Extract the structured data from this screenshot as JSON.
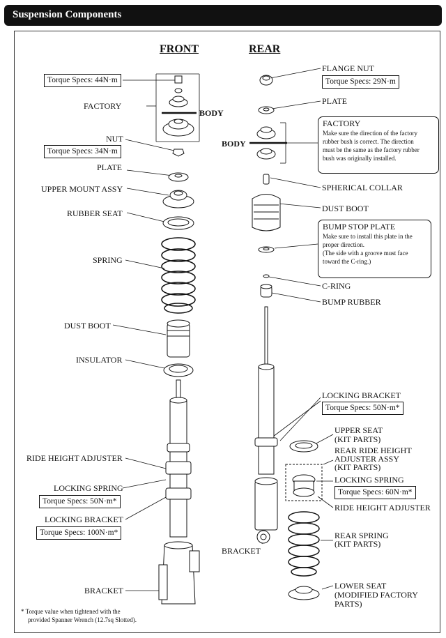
{
  "header": {
    "title": "Suspension Components"
  },
  "front": {
    "heading": "FRONT",
    "torque_top": "Torque Specs: 44N·m",
    "factory": "FACTORY",
    "body": "BODY",
    "nut": "NUT",
    "torque_nut": "Torque Specs: 34N·m",
    "plate": "PLATE",
    "upper_mount": "UPPER MOUNT ASSY",
    "rubber_seat": "RUBBER SEAT",
    "spring": "SPRING",
    "dust_boot": "DUST BOOT",
    "insulator": "INSULATOR",
    "ride_height": "RIDE HEIGHT ADJUSTER",
    "locking_spring": "LOCKING SPRING",
    "torque_ls": "Torque Specs: 50N·m*",
    "locking_bracket": "LOCKING BRACKET",
    "torque_lb": "Torque Specs: 100N·m*",
    "bracket": "BRACKET"
  },
  "rear": {
    "heading": "REAR",
    "flange_nut": "FLANGE NUT",
    "torque_fn": "Torque Specs: 29N·m",
    "plate": "PLATE",
    "body": "BODY",
    "factory_title": "FACTORY",
    "factory_line1": "Make sure the direction of the factory",
    "factory_line2": "rubber bush is correct. The direction",
    "factory_line3": "must be the same as the factory rubber",
    "factory_line4": "bush was originally installed.",
    "spherical_collar": "SPHERICAL COLLAR",
    "dust_boot": "DUST BOOT",
    "bump_title": "BUMP STOP PLATE",
    "bump_line1": "Make sure to install this plate in the",
    "bump_line2": "proper direction.",
    "bump_line3": "(The side with a groove must face",
    "bump_line4": "toward the C-ring.)",
    "c_ring": "C-RING",
    "bump_rubber": "BUMP RUBBER",
    "locking_bracket": "LOCKING BRACKET",
    "torque_lb": "Torque Specs: 50N·m*",
    "upper_seat_1": "UPPER SEAT",
    "upper_seat_2": "(KIT PARTS)",
    "rrha_1": "REAR RIDE HEIGHT",
    "rrha_2": "ADJUSTER ASSY",
    "rrha_3": "(KIT PARTS)",
    "locking_spring": "LOCKING SPRING",
    "torque_ls": "Torque Specs: 60N·m*",
    "ride_height": "RIDE HEIGHT ADJUSTER",
    "bracket": "BRACKET",
    "rear_spring_1": "REAR SPRING",
    "rear_spring_2": "(KIT PARTS)",
    "lower_seat_1": "LOWER SEAT",
    "lower_seat_2": "(MODIFIED FACTORY",
    "lower_seat_3": "PARTS)"
  },
  "footnote": {
    "line1": "* Torque value when tightened with the",
    "line2": "provided Spanner Wrench (12.7sq Slotted)."
  }
}
